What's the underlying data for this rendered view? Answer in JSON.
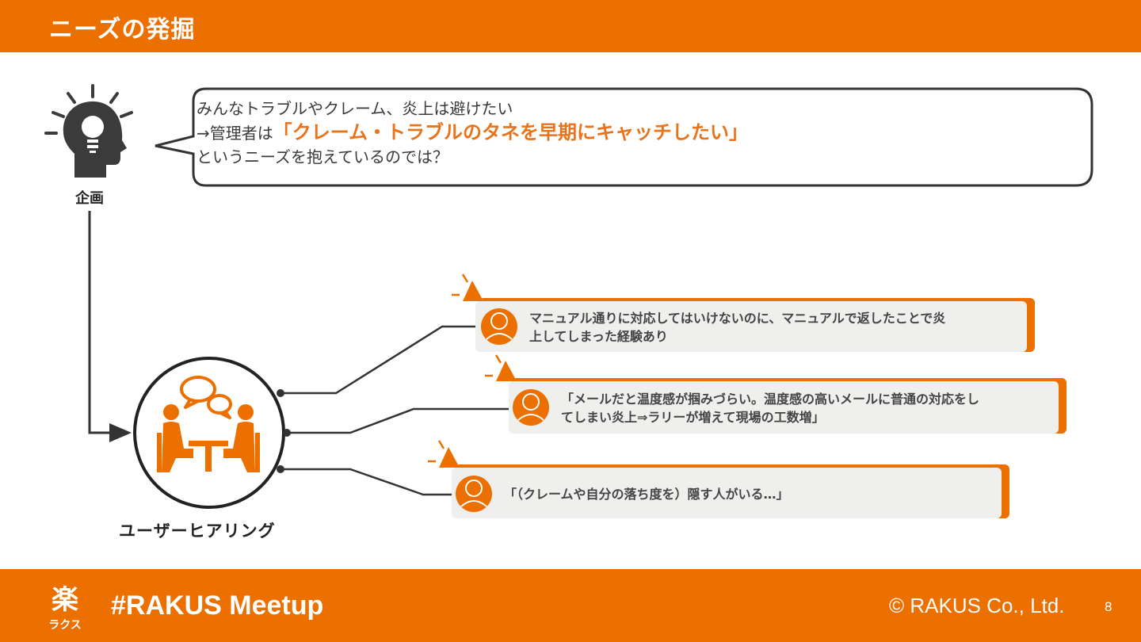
{
  "header": {
    "title": "ニーズの発掘"
  },
  "speech": {
    "line1": "みんなトラブルやクレーム、炎上は避けたい",
    "line2_prefix": "→管理者は",
    "line2_highlight": "「クレーム・トラブルのタネを早期にキャッチしたい」",
    "line3": "というニーズを抱えているのでは？"
  },
  "labels": {
    "planning": "企画",
    "user_hearing": "ユーザーヒアリング"
  },
  "quotes": [
    {
      "line1": "マニュアル通りに対応してはいけないのに、マニュアルで返したことで炎",
      "line2": "上してしまった経験あり"
    },
    {
      "line1": "「メールだと温度感が掴みづらい。温度感の高いメールに普通の対応をし",
      "line2": "てしまい炎上⇒ラリーが増えて現場の工数増」"
    },
    {
      "line1": "「（クレームや自分の落ち度を）隠す人がいる…」",
      "line2": ""
    }
  ],
  "footer": {
    "logo_kanji": "楽",
    "logo_kana": "ラクス",
    "hashtag": "#RAKUS Meetup",
    "copyright": "© RAKUS Co., Ltd.",
    "page_number": "8"
  },
  "colors": {
    "brand_orange": "#ec7000",
    "highlight_orange": "#e8731a",
    "card_gray": "#efefed",
    "dark_icon": "#3b3b3b"
  }
}
